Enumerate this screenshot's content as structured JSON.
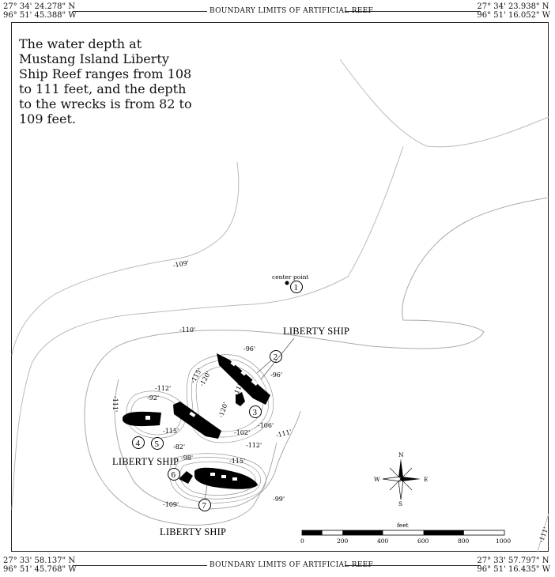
{
  "corners": {
    "top_left": [
      "27° 34' 24.278\" N",
      "96° 51' 45.388\" W"
    ],
    "top_right": [
      "27° 34' 23.938\" N",
      "96° 51' 16.052\" W"
    ],
    "bottom_left": [
      "27° 33' 58.137\" N",
      "96° 51' 45.768\" W"
    ],
    "bottom_right": [
      "27° 33' 57.797\" N",
      "96° 51' 16.435\" W"
    ]
  },
  "boundary_label": "BOUNDARY LIMITS OF ARTIFICIAL REEF",
  "info_text": "The water depth at Mustang Island Liberty Ship Reef ranges from 108 to 111 feet, and the depth to the wrecks is from 82 to 109 feet.",
  "center_point_label": "center point",
  "ship_label": "LIBERTY SHIP",
  "markers": [
    "1",
    "2",
    "3",
    "4",
    "5",
    "6",
    "7"
  ],
  "depths": [
    "-109'",
    "-110'",
    "-111'",
    "-112'",
    "-115'",
    "-120'",
    "-96'",
    "-92'",
    "-102'",
    "-106'",
    "-82'",
    "-98'",
    "-99'"
  ],
  "compass": {
    "n": "N",
    "s": "S",
    "e": "E",
    "w": "W"
  },
  "scale": {
    "unit": "feet",
    "ticks": [
      "0",
      "200",
      "400",
      "600",
      "800",
      "1000"
    ]
  }
}
